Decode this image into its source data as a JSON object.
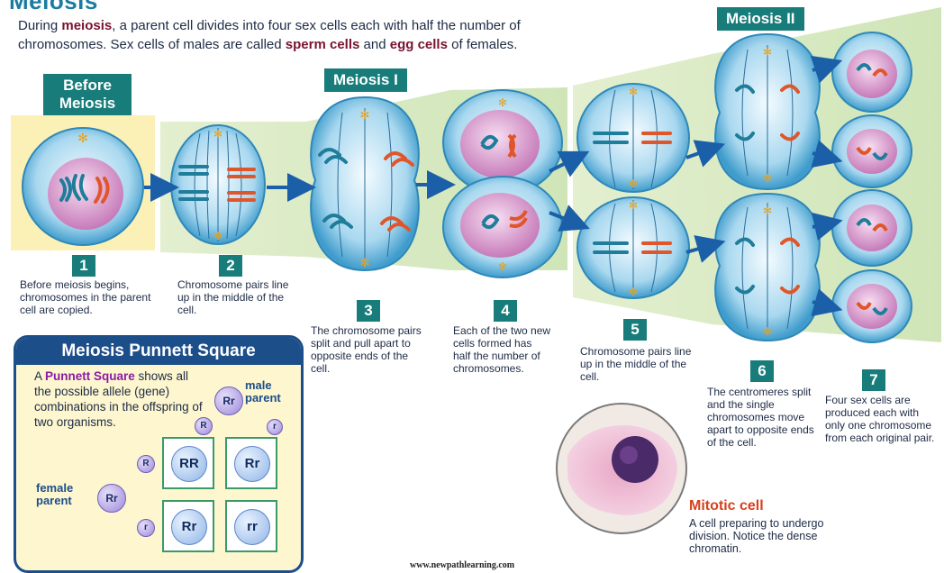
{
  "header": {
    "title": "Meiosis",
    "intro_line1_pre": "During ",
    "intro_line1_bold": "meiosis",
    "intro_line1_post": ", a parent cell divides into four sex cells each with half the number of",
    "intro_line2_pre": "chromosomes.  Sex cells of males are called ",
    "intro_line2_bold1": "sperm cells",
    "intro_line2_mid": " and ",
    "intro_line2_bold2": "egg cells",
    "intro_line2_post": " of females."
  },
  "stages": {
    "before_line1": "Before",
    "before_line2": "Meiosis",
    "meiosis1": "Meiosis I",
    "meiosis2": "Meiosis II"
  },
  "steps": [
    {
      "num": "1",
      "text": "Before meiosis begins, chromosomes in the parent cell are copied."
    },
    {
      "num": "2",
      "text": "Chromosome pairs line up in the middle of the cell."
    },
    {
      "num": "3",
      "text": "The chromosome pairs split and pull apart to opposite ends of the cell."
    },
    {
      "num": "4",
      "text": "Each of the two new cells formed has half the number of chromosomes."
    },
    {
      "num": "5",
      "text": "Chromosome pairs line up in the middle of the cell."
    },
    {
      "num": "6",
      "text": "The centromeres split and the single chromosomes move apart to opposite ends of the cell."
    },
    {
      "num": "7",
      "text": "Four sex cells are produced each with only one chromosome from each original pair."
    }
  ],
  "punnett": {
    "title": "Meiosis Punnett Square",
    "desc_pre": "A ",
    "desc_bold": "Punnett Square",
    "desc_post": " shows all the possible allele (gene) combinations in the offspring of two organisms.",
    "male_parent": "Rr",
    "male_label": "male parent",
    "female_parent": "Rr",
    "female_label": "female parent",
    "sperm_alleles": [
      "R",
      "r"
    ],
    "egg_alleles": [
      "R",
      "r"
    ],
    "cells": [
      "RR",
      "Rr",
      "Rr",
      "rr"
    ]
  },
  "mitotic": {
    "title": "Mitotic cell",
    "text": "A cell preparing to undergo division. Notice the dense chromatin."
  },
  "footer": {
    "url": "www.newpathlearning.com"
  },
  "colors": {
    "teal_badge": "#187c7a",
    "navy": "#1c4e8a",
    "chrom_teal": "#1e7d9a",
    "chrom_orange": "#e0562a",
    "arrow": "#1b5fa8"
  }
}
